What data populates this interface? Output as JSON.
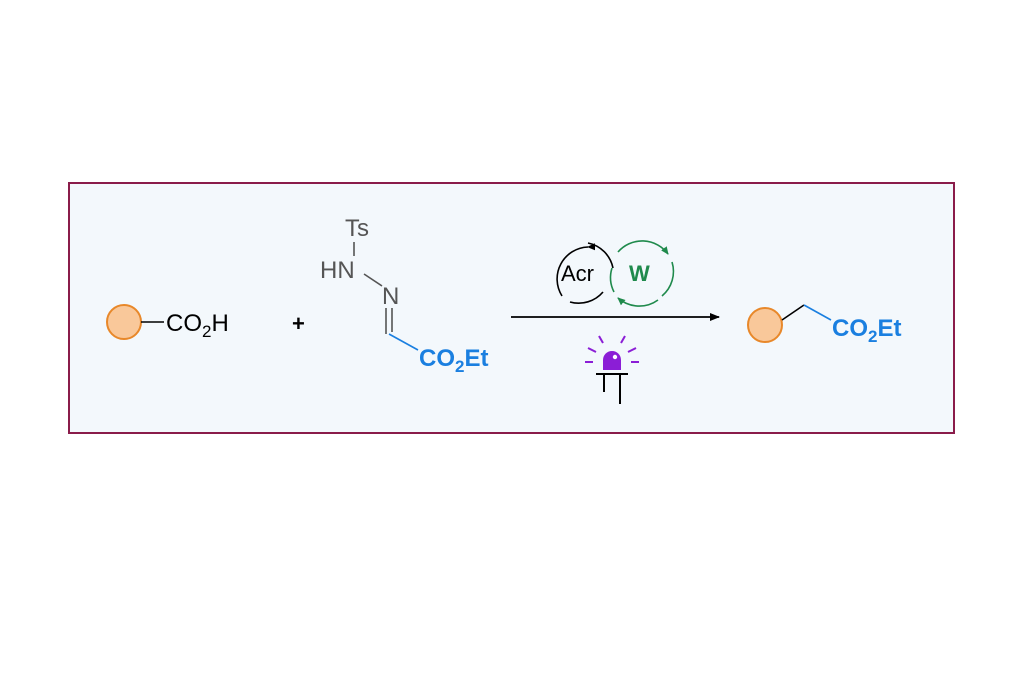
{
  "scheme": {
    "reactant1": {
      "group_label": "CO",
      "group_sub": "2",
      "group_tail": "H"
    },
    "plus_sign": "+",
    "reactant2": {
      "ts_label": "Ts",
      "hn_label": "HN",
      "n_label": "N",
      "ester_main": "CO",
      "ester_sub": "2",
      "ester_tail": "Et"
    },
    "conditions": {
      "catalyst1": "Acr",
      "catalyst2": "W"
    },
    "product": {
      "ester_main": "CO",
      "ester_sub": "2",
      "ester_tail": "Et"
    }
  },
  "colors": {
    "frame_border": "#8a1c4a",
    "frame_fill": "#f3f8fc",
    "substituent_fill": "#f9c89a",
    "substituent_stroke": "#e8882a",
    "ester_blue": "#1a7fe0",
    "catalyst_green": "#1f8a4c",
    "hydrazone_gray": "#555555",
    "light_purple": "#8b1ed6"
  }
}
